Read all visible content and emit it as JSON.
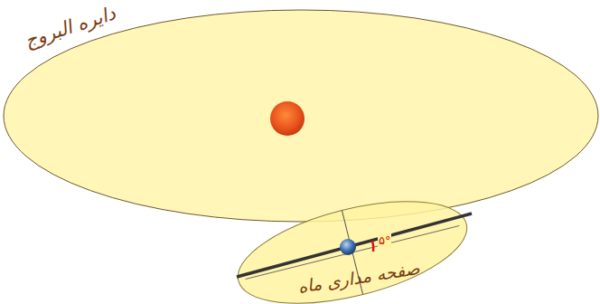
{
  "diagram": {
    "labels": [
      "دایره البروج",
      "صفحه مداری ماه",
      "۵°"
    ]
  }
}
